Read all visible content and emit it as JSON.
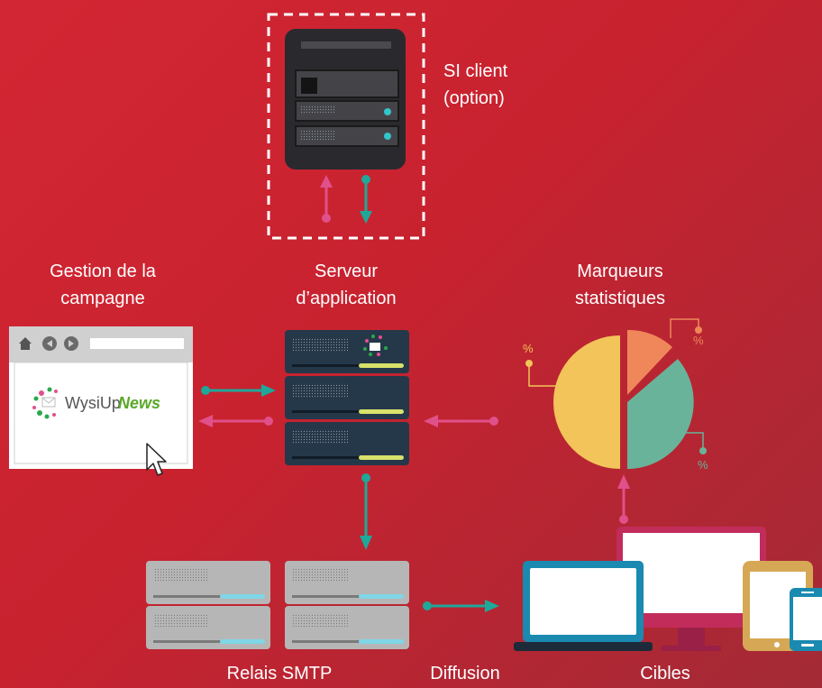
{
  "labels": {
    "si_client_line1": "SI client",
    "si_client_line2": "(option)",
    "gestion_line1": "Gestion de la",
    "gestion_line2": "campagne",
    "serveur_line1": "Serveur",
    "serveur_line2": "d’application",
    "marqueurs_line1": "Marqueurs",
    "marqueurs_line2": "statistiques",
    "relais": "Relais SMTP",
    "diffusion": "Diffusion",
    "cibles": "Cibles"
  },
  "browser": {
    "logo_word": "WysiUp",
    "logo_accent": "News"
  },
  "stats": {
    "percent_symbol": "%",
    "slices": [
      {
        "name": "yellow",
        "value": 0.5
      },
      {
        "name": "orange",
        "value": 0.12
      },
      {
        "name": "teal",
        "value": 0.38
      }
    ]
  },
  "colors": {
    "background": "#c8222f",
    "pink_arrow": "#e0508a",
    "teal_arrow": "#1ea89a",
    "server_dark": "#25384a",
    "pie_yellow": "#f2c45a",
    "pie_orange": "#f0875a",
    "pie_teal": "#69b39a",
    "monitor_frame": "#c22c5a",
    "laptop_frame": "#1a8ab0",
    "tablet_frame": "#d6a855",
    "phone_frame": "#1a8ab0"
  }
}
